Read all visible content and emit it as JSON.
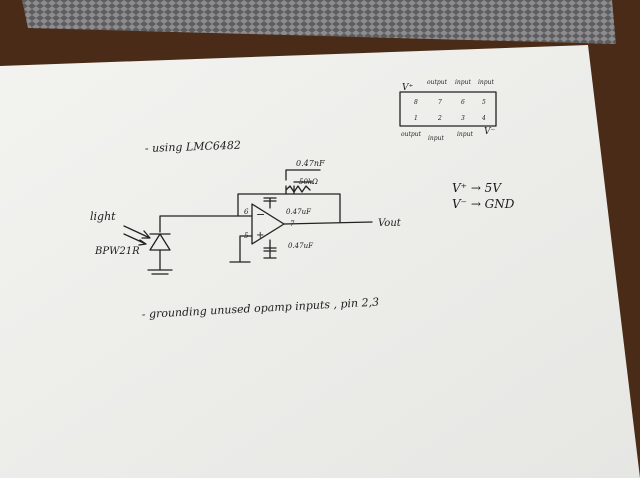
{
  "photo": {
    "description_free": true,
    "colors": {
      "table": "#4a2b17",
      "paper": "#f1f1ee",
      "mesh": "#6e6e70",
      "ink": "#222222"
    }
  },
  "notes": {
    "using": "- using LMC6482",
    "supply_plus": "V⁺ → 5V",
    "supply_minus": "V⁻ → GND",
    "grounding": "- grounding unused opamp inputs , pin 2,3"
  },
  "pinout": {
    "top_labels": [
      "V⁺",
      "output",
      "input",
      "input"
    ],
    "bottom_labels": [
      "output",
      "input",
      "input",
      "V⁻"
    ],
    "top_pins": [
      "8",
      "7",
      "6",
      "5"
    ],
    "bottom_pins": [
      "1",
      "2",
      "3",
      "4"
    ]
  },
  "circuit": {
    "input_label": "light",
    "diode_label": "BPW21R",
    "cap_feedback": "0.47nF",
    "res_feedback": "50kΩ",
    "cap_supply_top": "0.47uF",
    "cap_supply_bottom": "0.47uF",
    "pin_inv": "6",
    "pin_noninv": "5",
    "pin_out": "7",
    "output_label": "Vout",
    "minus_sign": "−",
    "plus_sign": "+"
  }
}
